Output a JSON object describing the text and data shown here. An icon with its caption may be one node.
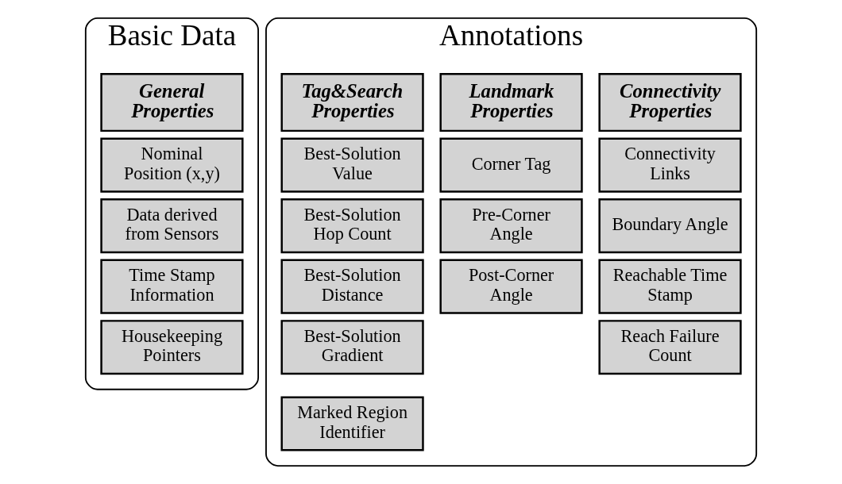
{
  "diagram": {
    "nodes": [
      {
        "text": [
          "Basic Data"
        ]
      },
      {
        "text": [
          "General Properties"
        ],
        "in": 0
      },
      {
        "text": [
          "Nominal Position (x,y)"
        ],
        "in": 0
      },
      {
        "text": [
          "Data derived from Sensors"
        ],
        "in": 0
      },
      {
        "text": [
          "Time Stamp Information"
        ],
        "in": 0
      },
      {
        "text": [
          "Housekeeping Pointers"
        ],
        "in": 0
      },
      {
        "text": [
          "Annotations"
        ]
      },
      {
        "text": [
          "Connectivity Properties"
        ],
        "in": 6
      },
      {
        "text": [
          "Connectivity Links"
        ],
        "in": 6
      },
      {
        "text": [
          "Boundary Angle"
        ],
        "in": 6
      },
      {
        "text": [
          "Reachable Time Stamp"
        ],
        "in": 6
      },
      {
        "text": [
          "Reach Failure Count"
        ],
        "in": 6
      },
      {
        "text": [
          "Landmark Properties"
        ],
        "in": 6
      },
      {
        "text": [
          "Corner Tag"
        ],
        "in": 6
      },
      {
        "text": [
          "Pre-Corner Angle"
        ],
        "in": 6
      },
      {
        "text": [
          "Post-Corner Angle"
        ],
        "in": 6
      },
      {
        "text": [
          "Tag&Search Properties"
        ],
        "in": 6
      },
      {
        "text": [
          "Best-Solution Value"
        ],
        "in": 6
      },
      {
        "text": [
          "Best-Solution Hop Count"
        ],
        "in": 6
      },
      {
        "text": [
          "Best-Solution Distance"
        ],
        "in": 6
      },
      {
        "text": [
          "Best-Solution Gradient"
        ],
        "in": 6
      },
      {
        "text": [
          "Marked Region Identifier"
        ],
        "in": 6
      }
    ],
    "edges": []
  }
}
